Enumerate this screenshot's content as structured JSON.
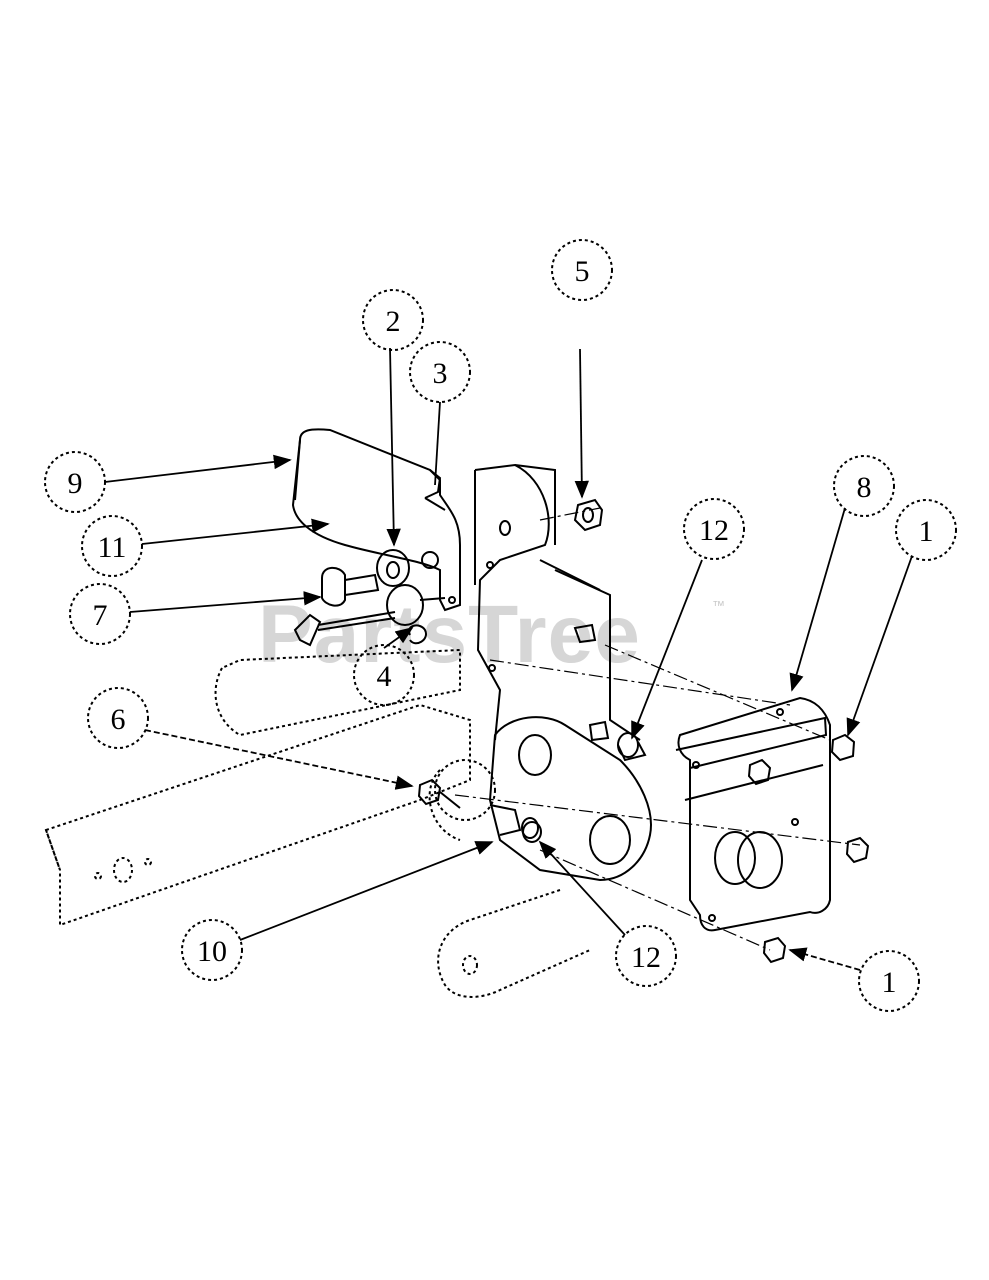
{
  "diagram": {
    "watermark": "PartsTree",
    "watermark_mark": "™",
    "callouts": [
      "1",
      "2",
      "3",
      "4",
      "5",
      "6",
      "7",
      "8",
      "9",
      "10",
      "11",
      "12"
    ]
  }
}
